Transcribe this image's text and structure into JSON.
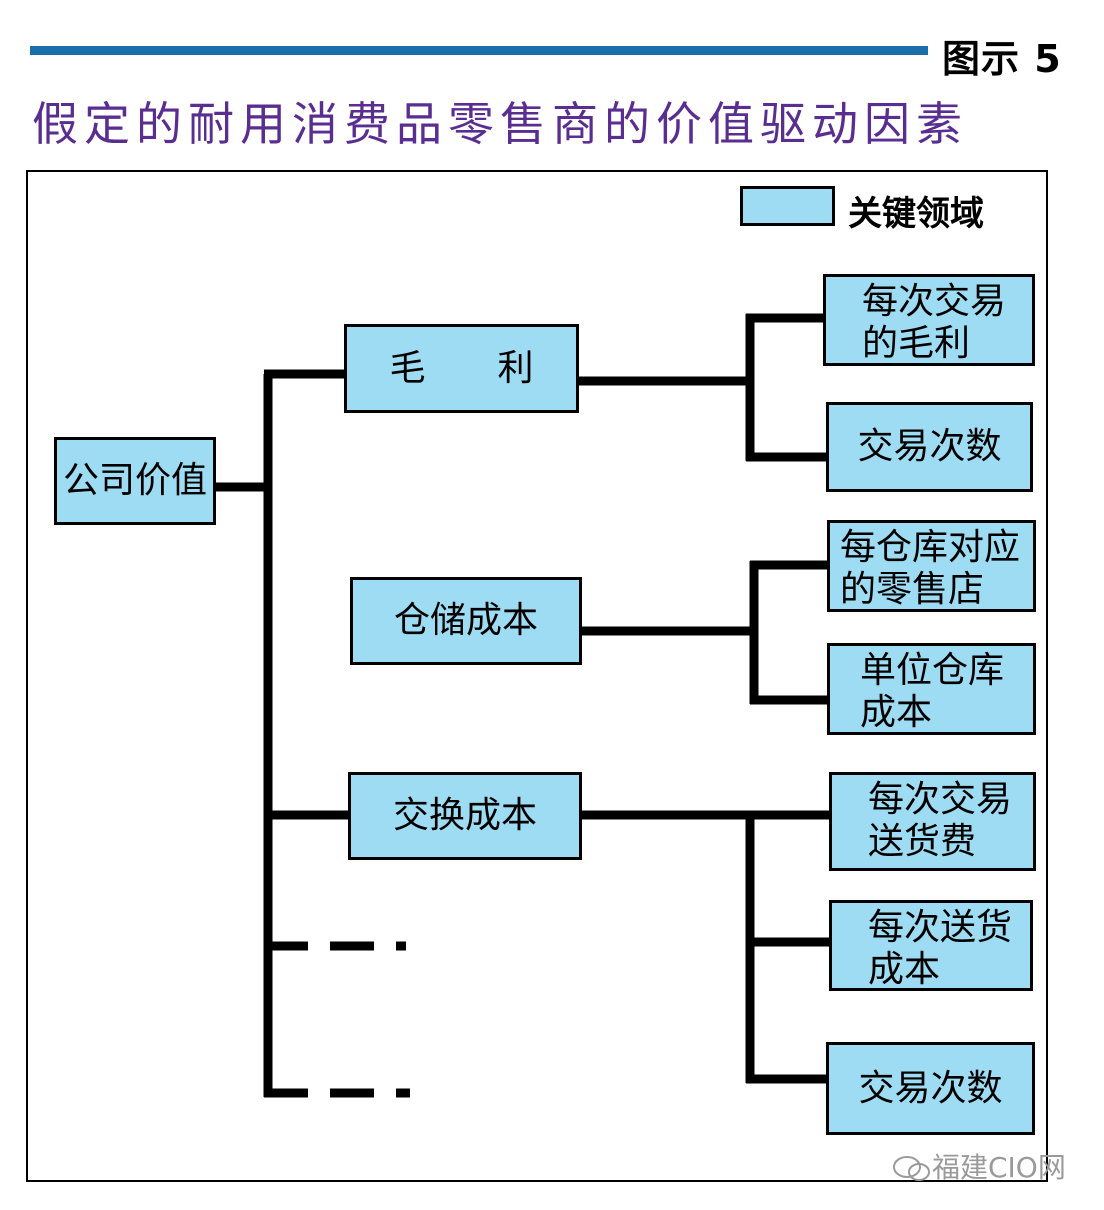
{
  "header": {
    "figure_label": "图示 5",
    "title": "假定的耐用消费品零售商的价值驱动因素"
  },
  "legend": {
    "label": "关键领域"
  },
  "nodes": {
    "root": "公司价值",
    "gross_margin": "毛　　利",
    "gm_margin_per_txn": "每次交易\n的毛利",
    "gm_txn_count": "交易次数",
    "storage_cost": "仓储成本",
    "sc_stores_per_wh": "每仓库对应\n的零售店",
    "sc_unit_wh_cost": "单位仓库\n成本",
    "exchange_cost": "交换成本",
    "ec_delivery_fee": "每次交易\n送货费",
    "ec_delivery_cost": "每次送货\n成本",
    "ec_txn_count": "交易次数"
  },
  "watermark": {
    "text": "福建CIO网"
  },
  "colors": {
    "node_fill": "#9ddcf2",
    "rule": "#1a6fa8",
    "title": "#5a2d91"
  }
}
